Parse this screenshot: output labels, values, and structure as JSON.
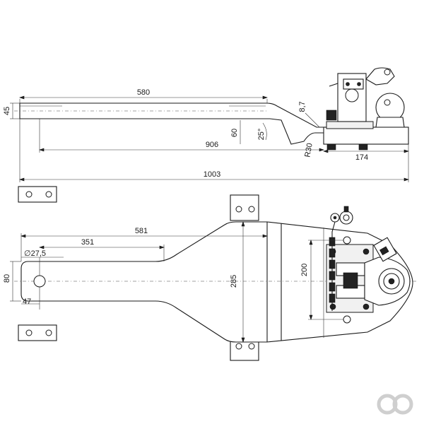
{
  "side_view": {
    "dims": {
      "height": "45",
      "bar_length": "580",
      "thickness": "8,7",
      "drop": "60",
      "angle": "25°",
      "radius": "R30",
      "reach": "906",
      "flange": "174",
      "overall": "1003"
    }
  },
  "top_view": {
    "dims": {
      "length": "581",
      "neck": "351",
      "hole": "∅27,5",
      "width": "80",
      "end_offset": "47",
      "plate_width": "285",
      "bolt_spacing": "200"
    }
  },
  "logo": {
    "icon": "infinity-logo-icon"
  }
}
